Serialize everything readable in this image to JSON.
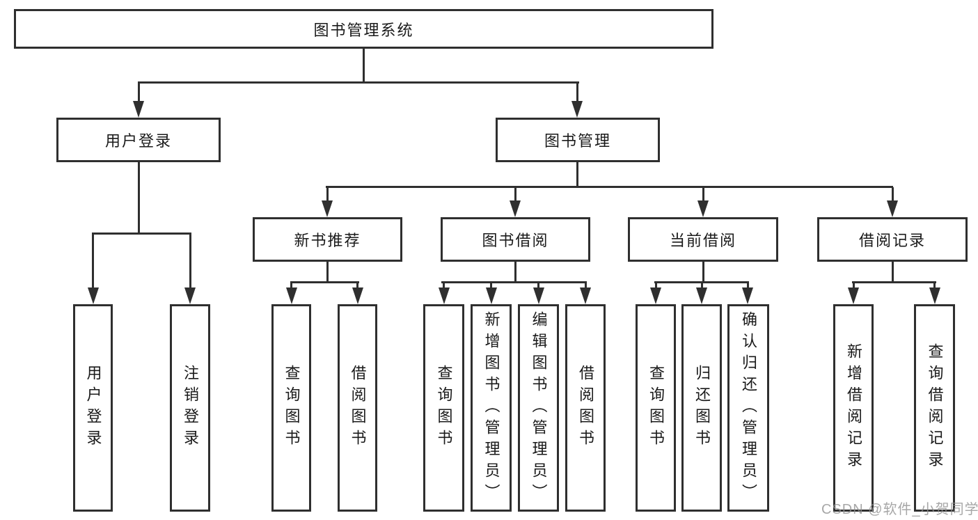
{
  "diagram": {
    "type": "hierarchy-tree",
    "root": {
      "label": "图书管理系统"
    },
    "level2": [
      {
        "label": "用户登录"
      },
      {
        "label": "图书管理"
      }
    ],
    "level3": [
      {
        "label": "新书推荐",
        "parent": "图书管理"
      },
      {
        "label": "图书借阅",
        "parent": "图书管理"
      },
      {
        "label": "当前借阅",
        "parent": "图书管理"
      },
      {
        "label": "借阅记录",
        "parent": "图书管理"
      }
    ],
    "leaves": [
      {
        "label": "用户登录",
        "parent": "用户登录"
      },
      {
        "label": "注销登录",
        "parent": "用户登录"
      },
      {
        "label": "查询图书",
        "parent": "新书推荐"
      },
      {
        "label": "借阅图书",
        "parent": "新书推荐"
      },
      {
        "label": "查询图书",
        "parent": "图书借阅"
      },
      {
        "label": "新增图书（管理员）",
        "parent": "图书借阅"
      },
      {
        "label": "编辑图书（管理员）",
        "parent": "图书借阅"
      },
      {
        "label": "借阅图书",
        "parent": "图书借阅"
      },
      {
        "label": "查询图书",
        "parent": "当前借阅"
      },
      {
        "label": "归还图书",
        "parent": "当前借阅"
      },
      {
        "label": "确认归还（管理员）",
        "parent": "当前借阅"
      },
      {
        "label": "新增借阅记录",
        "parent": "借阅记录"
      },
      {
        "label": "查询借阅记录",
        "parent": "借阅记录"
      }
    ],
    "colors": {
      "line": "#2f2f2f",
      "text": "#1a1a1a",
      "box_background": "#ffffff",
      "page_background": "#ffffff",
      "watermark": "#919191"
    }
  },
  "watermark": {
    "text": "CSDN @软件_小贺同学"
  }
}
